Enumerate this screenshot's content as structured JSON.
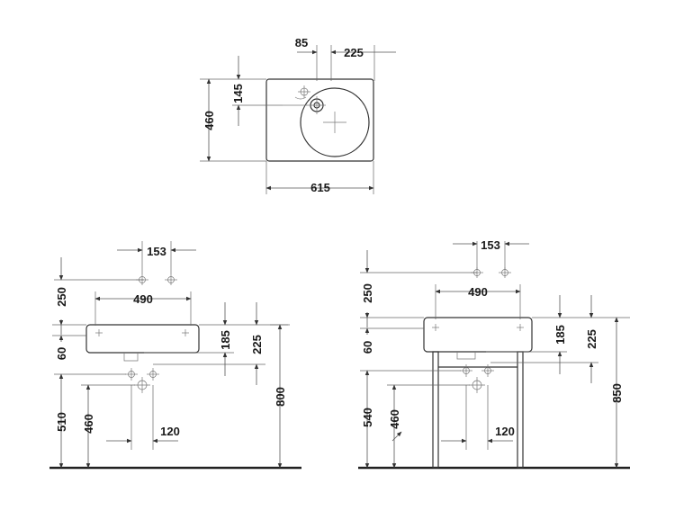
{
  "top_view": {
    "dims": [
      "85",
      "225",
      "145",
      "460",
      "615"
    ]
  },
  "left_view": {
    "dims": [
      "153",
      "250",
      "490",
      "60",
      "185",
      "225",
      "510",
      "460",
      "120",
      "800"
    ]
  },
  "right_view": {
    "dims": [
      "153",
      "250",
      "490",
      "60",
      "185",
      "225",
      "540",
      "460",
      "120",
      "850"
    ]
  }
}
